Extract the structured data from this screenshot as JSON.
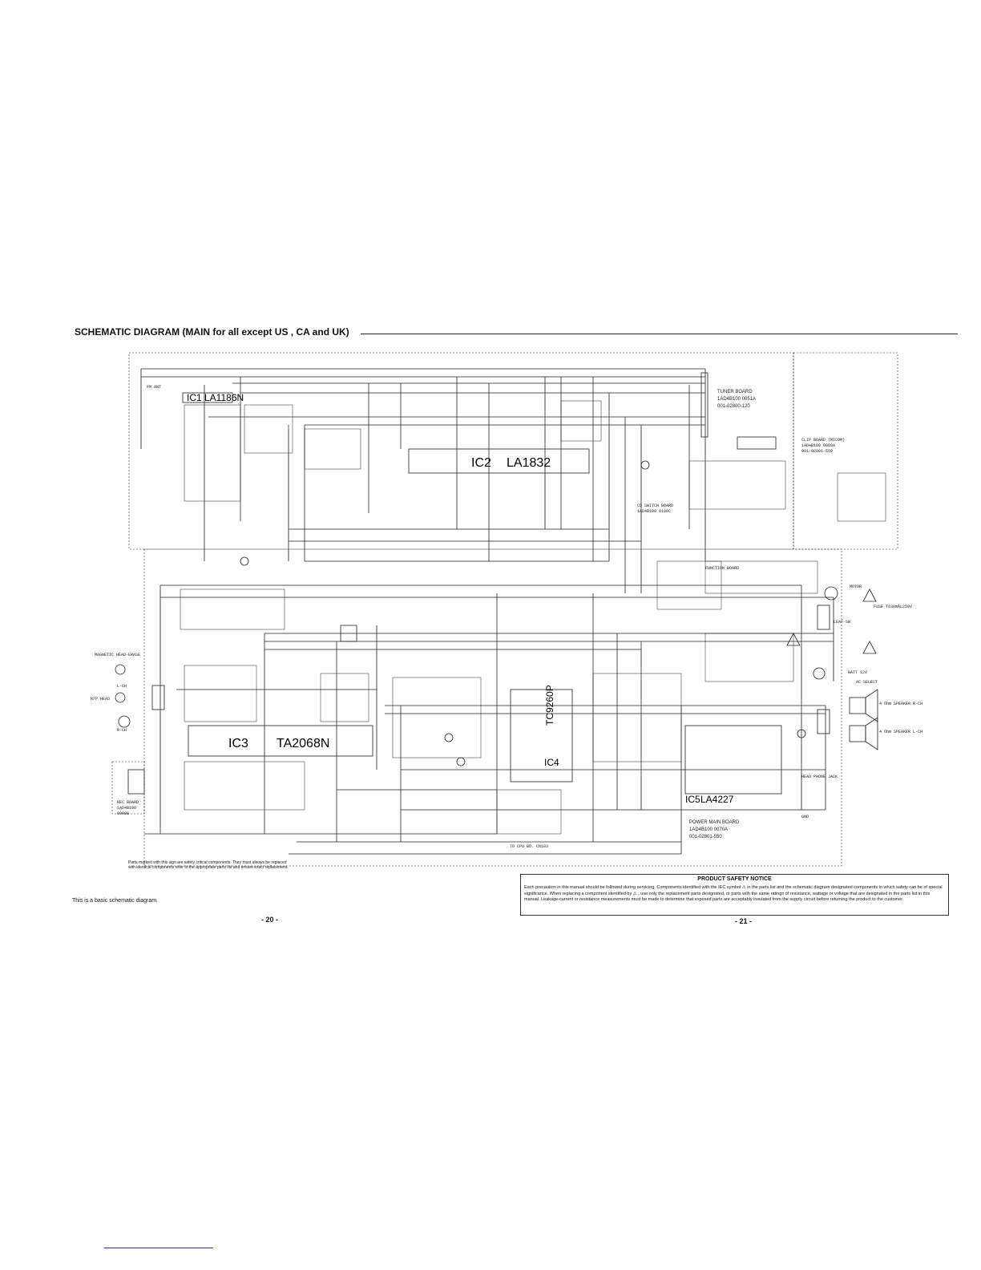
{
  "page_title": "SCHEMATIC DIAGRAM (MAIN for all except US , CA and UK)",
  "ics": {
    "ic1": "IC1 LA1186N",
    "ic2": "IC2",
    "ic2_part": "LA1832",
    "ic3": "IC3",
    "ic3_part": "TA2068N",
    "ic4": "IC4",
    "ic4_part": "TC9260P",
    "ic5": "IC5",
    "ic5_part": "LA4227"
  },
  "boards": {
    "tuner": [
      "TUNER BOARD",
      "1AD4B100 0051A",
      "001-02800-120"
    ],
    "power_main": [
      "POWER MAIN BOARD",
      "1AD4B100 0070A",
      "001-02801-550"
    ],
    "clip": [
      "CLIP BOARD (MICOM)",
      "1AD4B100 0080A",
      "001-02801-550"
    ],
    "function": [
      "FUNCTION BOARD"
    ],
    "cd_switch": [
      "CD SWITCH BOARD",
      "1AD4B100 0100C"
    ],
    "rec": [
      "REC BOARD",
      "1AD4B100",
      "0090B"
    ]
  },
  "labels": {
    "fm_ant": "FM ANT",
    "motor": "MOTOR",
    "leaf_sw": "LEAF-SW",
    "speaker_r": "4 Ohm SPEAKER R-CH",
    "speaker_l": "4 Ohm SPEAKER L-CH",
    "head_phone": "HEAD PHONE JACK",
    "magnetic_head": "MAGNETIC HEAD-ERASE",
    "lch": "L-CH",
    "rch": "R-CH",
    "rp_head": "R/P HEAD",
    "ac_select": "AC SELECT",
    "batt": "BATT 12V",
    "fuse": "FUSE T630mAL250V",
    "to_cpu": "TO CPU BD. CN103",
    "gnd": "GND"
  },
  "caution_note": "Parts marked with this sign are safety critical components. They must always be replaced with identical components refer to the appropriate parts list and ensure exact replacement.",
  "basic_note": "This is a basic schematic diagram.",
  "page_left": "- 20 -",
  "page_right": "- 21 -",
  "safety": {
    "title": "PRODUCT SAFETY NOTICE",
    "body": "Each precaution in this manual should be followed during servicing. Components identified with the IEC symbol ⚠ in the parts list and the schematic diagram designated components in which safety can be of special significance. When replacing a component identified by ⚠ , use only the replacement parts designated, or parts with the same ratings of resistance, wattage or voltage that are designated in the parts list in this manual. Leakage-current or resistance measurements must be made to determine that exposed parts are acceptably insulated from the supply circuit before returning the product to the customer."
  }
}
